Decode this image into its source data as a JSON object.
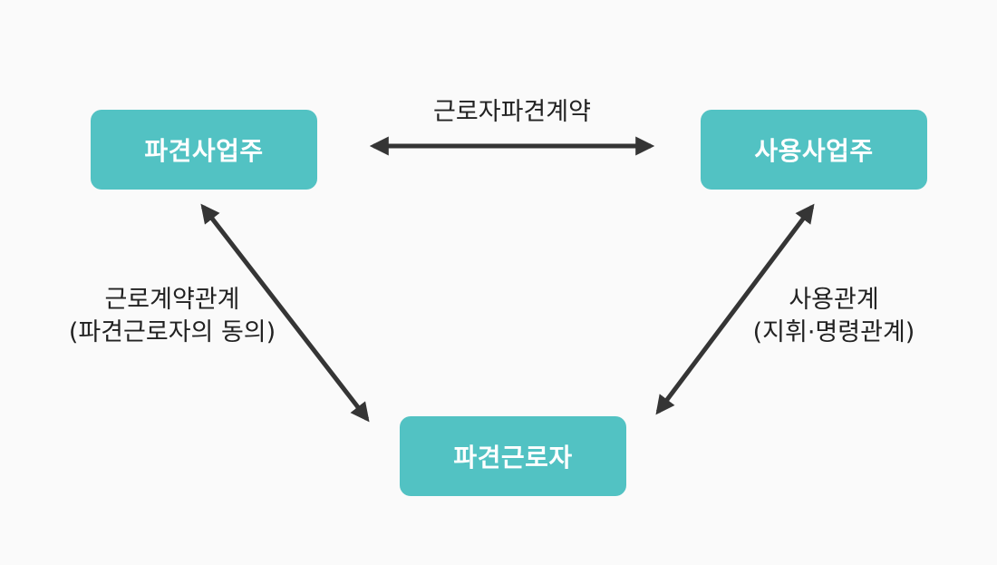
{
  "colors": {
    "box": "#52c2c3",
    "arrow": "#353535",
    "text": "#222222",
    "background": "#fafafa"
  },
  "nodes": {
    "dispatcher": "파견사업주",
    "user_employer": "사용사업주",
    "worker": "파견근로자"
  },
  "relations": {
    "top": {
      "line1": "근로자파견계약"
    },
    "left": {
      "line1": "근로계약관계",
      "line2": "(파견근로자의 동의)"
    },
    "right": {
      "line1": "사용관계",
      "line2": "(지휘·명령관계)"
    }
  }
}
